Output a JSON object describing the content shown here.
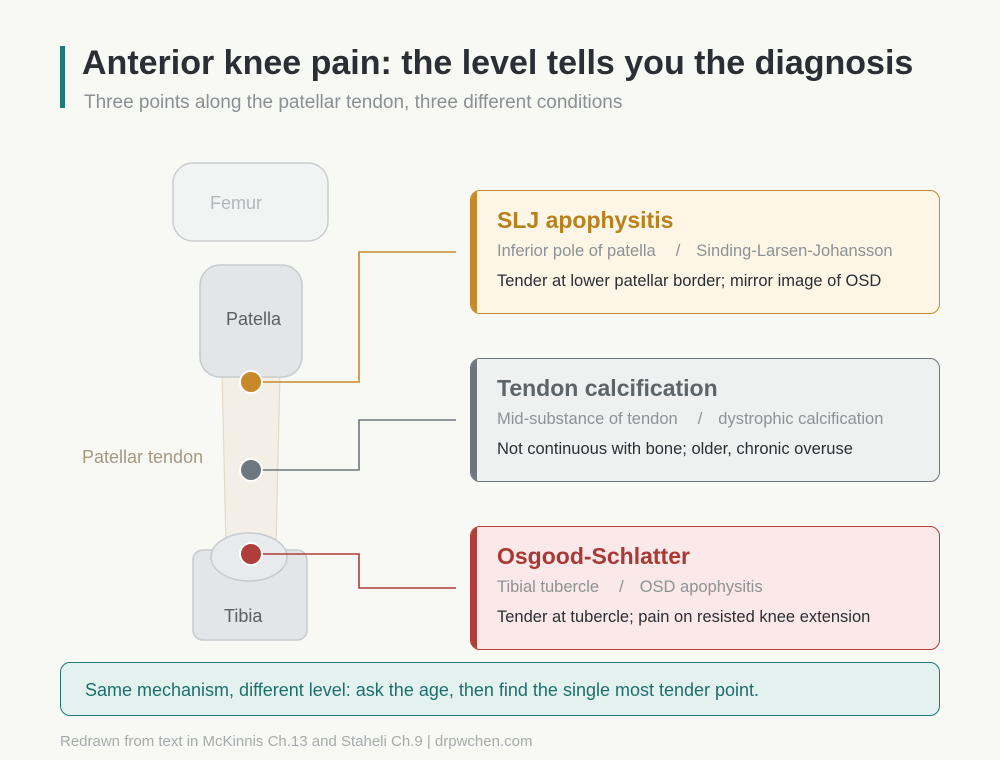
{
  "header": {
    "title": "Anterior knee pain: the level tells you the diagnosis",
    "subtitle": "Three points along the patellar tendon, three different conditions"
  },
  "anatomy": {
    "femur": "Femur",
    "patella": "Patella",
    "tibia": "Tibia",
    "tendon": "Patellar tendon"
  },
  "cards": [
    {
      "title": "SLJ apophysitis",
      "location": "Inferior pole of patella",
      "separator": "/",
      "alias": "Sinding-Larsen-Johansson",
      "description": "Tender at lower patellar border; mirror image of OSD",
      "color": "#c8892a"
    },
    {
      "title": "Tendon calcification",
      "location": "Mid-substance of tendon",
      "separator": "/",
      "alias": "dystrophic calcification",
      "description": "Not continuous with bone; older, chronic overuse",
      "color": "#6e777d"
    },
    {
      "title": "Osgood-Schlatter",
      "location": "Tibial tubercle",
      "separator": "/",
      "alias": "OSD apophysitis",
      "description": "Tender at tubercle; pain on resisted knee extension",
      "color": "#b03d3a"
    }
  ],
  "note": "Same mechanism, different level: ask the age, then find the single most tender point.",
  "footer": "Redrawn from text in McKinnis Ch.13 and Staheli Ch.9  |  drpwchen.com",
  "colors": {
    "accent": "#1f7a78",
    "slj": "#c8892a",
    "tendon_calcification": "#6e777d",
    "osgood": "#b03d3a"
  }
}
